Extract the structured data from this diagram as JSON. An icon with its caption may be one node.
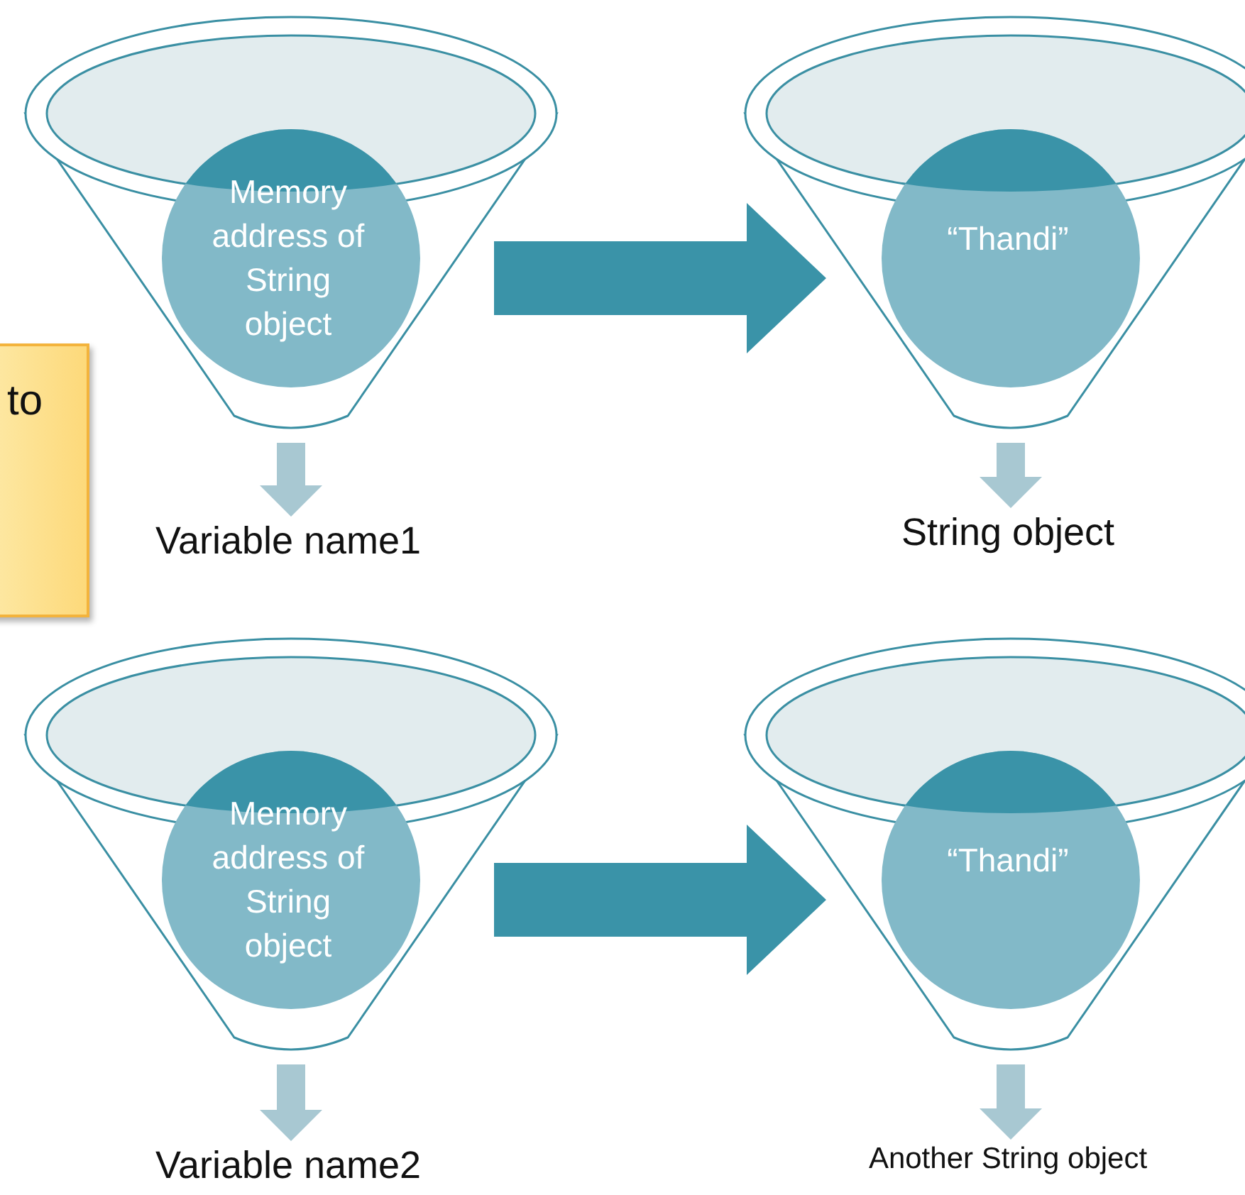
{
  "diagram": {
    "nodes": [
      {
        "text": [
          "Memory address of String object"
        ]
      },
      {
        "text": [
          "“Thandi”"
        ]
      },
      {
        "text": [
          "Memory address of String object"
        ]
      },
      {
        "text": [
          "“Thandi”"
        ]
      },
      {
        "text": [
          "Variable name1"
        ]
      },
      {
        "text": [
          "String object"
        ]
      },
      {
        "text": [
          "Variable name2"
        ]
      },
      {
        "text": [
          "Another String object"
        ]
      },
      {
        "text": [
          "to"
        ]
      }
    ],
    "edges": [
      {
        "from": 0,
        "to": 1,
        "arrow": "to",
        "style": "thick",
        "color": "#3a93a8"
      },
      {
        "from": 2,
        "to": 3,
        "arrow": "to",
        "style": "thick",
        "color": "#3a93a8"
      },
      {
        "from": 0,
        "to": 4,
        "arrow": "to"
      },
      {
        "from": 1,
        "to": 5,
        "arrow": "to"
      },
      {
        "from": 2,
        "to": 6,
        "arrow": "to"
      },
      {
        "from": 3,
        "to": 7,
        "arrow": "to"
      }
    ]
  }
}
